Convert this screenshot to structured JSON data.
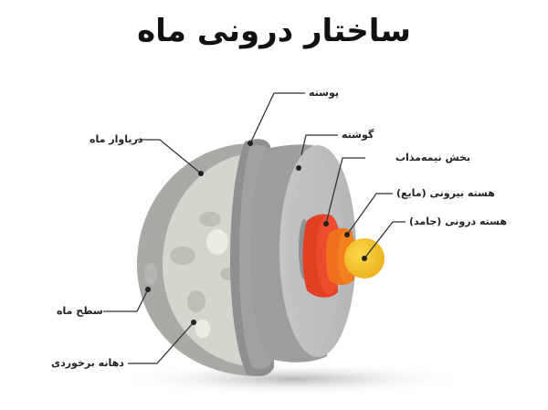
{
  "title": "ساختار درونی ماه",
  "labels": {
    "crust": "پوسته",
    "mantle": "گوشته",
    "partial_melt": "بخش نیمه‌مذاب",
    "outer_core": "هسته بیرونی (مایع)",
    "inner_core": "هسته درونی (جامد)",
    "maria": "درياوار ماه",
    "surface": "سطح ماه",
    "crater": "دهانه برخوردی"
  },
  "colors": {
    "surface_outer": "#a9aaa6",
    "surface_inner": "#d3d6cc",
    "crust": "#8e8f90",
    "mantle": "#b9babc",
    "partial_melt": "#ee4a30",
    "outer_core": "#f4801f",
    "inner_core": "#f5c327",
    "leader_line": "#333333"
  }
}
